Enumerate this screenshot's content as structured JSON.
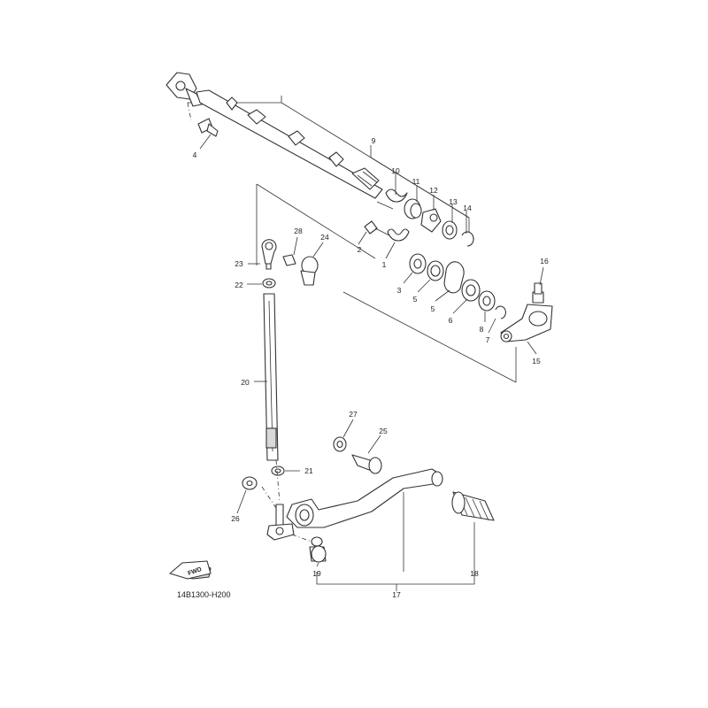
{
  "diagram": {
    "drawing_code": "14B1300-H200",
    "fwd_label": "FWD",
    "callouts": {
      "c1": "1",
      "c2": "2",
      "c3": "3",
      "c4": "4",
      "c5a": "5",
      "c5b": "5",
      "c6": "6",
      "c7": "7",
      "c8": "8",
      "c9": "9",
      "c10": "10",
      "c11": "11",
      "c12": "12",
      "c13": "13",
      "c14": "14",
      "c15": "15",
      "c16": "16",
      "c17": "17",
      "c18": "18",
      "c19": "19",
      "c20": "20",
      "c21": "21",
      "c22": "22",
      "c23": "23",
      "c24": "24",
      "c25": "25",
      "c26": "26",
      "c27": "27",
      "c28": "28"
    }
  }
}
